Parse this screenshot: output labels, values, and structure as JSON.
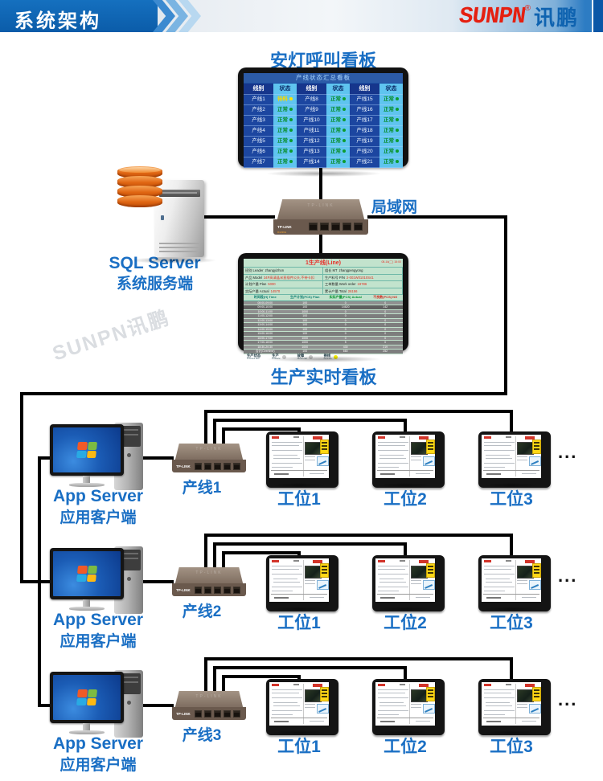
{
  "header": {
    "title": "系统架构",
    "logo_sunpn": "SUNPN",
    "logo_reg": "®",
    "logo_cn": "讯鹏"
  },
  "watermark": "SUNPN讯鹏",
  "top": {
    "andon_title": "安灯呼叫看板",
    "andon_board": {
      "header": "产线状态汇总看板",
      "col_line": "线别",
      "col_status": "状态",
      "rows": [
        [
          {
            "line": "产线1",
            "status": "待料",
            "state": "warn"
          },
          {
            "line": "产线8",
            "status": "正常",
            "state": "ok"
          },
          {
            "line": "产线15",
            "status": "正常",
            "state": "ok"
          }
        ],
        [
          {
            "line": "产线2",
            "status": "正常",
            "state": "ok"
          },
          {
            "line": "产线9",
            "status": "正常",
            "state": "ok"
          },
          {
            "line": "产线16",
            "status": "正常",
            "state": "ok"
          }
        ],
        [
          {
            "line": "产线3",
            "status": "正常",
            "state": "ok"
          },
          {
            "line": "产线10",
            "status": "正常",
            "state": "ok"
          },
          {
            "line": "产线17",
            "status": "正常",
            "state": "ok"
          }
        ],
        [
          {
            "line": "产线4",
            "status": "正常",
            "state": "ok"
          },
          {
            "line": "产线11",
            "status": "正常",
            "state": "ok"
          },
          {
            "line": "产线18",
            "status": "正常",
            "state": "ok"
          }
        ],
        [
          {
            "line": "产线5",
            "status": "正常",
            "state": "ok"
          },
          {
            "line": "产线12",
            "status": "正常",
            "state": "ok"
          },
          {
            "line": "产线19",
            "status": "正常",
            "state": "ok"
          }
        ],
        [
          {
            "line": "产线6",
            "status": "正常",
            "state": "ok"
          },
          {
            "line": "产线13",
            "status": "正常",
            "state": "ok"
          },
          {
            "line": "产线20",
            "status": "正常",
            "state": "ok"
          }
        ],
        [
          {
            "line": "产线7",
            "status": "正常",
            "state": "ok"
          },
          {
            "line": "产线14",
            "status": "正常",
            "state": "ok"
          },
          {
            "line": "产线21",
            "status": "正常",
            "state": "ok"
          }
        ]
      ]
    },
    "sql_label1": "SQL Server",
    "sql_label2": "系统服务端",
    "lan_label": "局域网",
    "prod_title": "生产实时看板",
    "production_board": {
      "title": "1生产线(Line)",
      "datetime": "08-16(二) 15:00",
      "info": [
        {
          "t": "班别 Leader",
          "v": "zhangyizhon",
          "red": false
        },
        {
          "t": "组长 MT",
          "v": "zhangpengyong",
          "red": false
        },
        {
          "t": "产品 Model",
          "v": "34P高清晶米直插件公头,不带卡扣",
          "red": true
        },
        {
          "t": "生产料号 P/N",
          "v": "2-001W01010S41",
          "red": true
        },
        {
          "t": "计划产量 Plan",
          "v": "5000",
          "red": true
        },
        {
          "t": "工单数量 Work order",
          "v": "19786",
          "red": true
        },
        {
          "t": "实际产量 Actual",
          "v": "14570",
          "red": true
        },
        {
          "t": "累计产量 Total",
          "v": "26156",
          "red": true
        }
      ],
      "table": {
        "headers": [
          "时间段(H) Time",
          "生产计划(PCS) Plan",
          "实际产量(PCS) Actual",
          "不良数(PCS) NG"
        ],
        "rows": [
          [
            "08:00-09:00",
            "100",
            "0",
            "0"
          ],
          [
            "09:00-10:00",
            "100",
            "14620",
            "142"
          ],
          [
            "10:00-11:00",
            "1000",
            "0",
            "0"
          ],
          [
            "11:00-12:00",
            "100",
            "0",
            "0"
          ],
          [
            "12:00-13:00",
            "100",
            "0",
            "0"
          ],
          [
            "13:00-14:00",
            "100",
            "0",
            "0"
          ],
          [
            "14:00-15:00",
            "100",
            "0",
            "0"
          ],
          [
            "15:00-16:00",
            "100",
            "0",
            "0"
          ],
          [
            "16:00-17:00",
            "1000",
            "0",
            "0"
          ],
          [
            "17:00-18:00",
            "1000",
            "5",
            "0"
          ],
          [
            "18:30-20:30",
            "1000",
            "430",
            "219"
          ],
          [
            "合计(Overtime)",
            "100",
            "660",
            "252"
          ]
        ]
      },
      "legend": [
        {
          "cn": "生产状态",
          "en": "Process Box",
          "dot": ""
        },
        {
          "cn": "生产",
          "en": "Produce",
          "dot": "#c8c8c8"
        },
        {
          "cn": "故障",
          "en": "Abnormal",
          "dot": "#c8c8c8"
        },
        {
          "cn": "换线",
          "en": "On-Line",
          "dot": "#f8ef00"
        }
      ]
    }
  },
  "rows": [
    {
      "app_label1": "App Server",
      "app_label2": "应用客户端",
      "switch_label": "产线1",
      "switch_brand": "TP-LINK",
      "stations": [
        "工位1",
        "工位2",
        "工位3"
      ],
      "ellipsis": "..."
    },
    {
      "app_label1": "App Server",
      "app_label2": "应用客户端",
      "switch_label": "产线2",
      "switch_brand": "TP-LINK",
      "stations": [
        "工位1",
        "工位2",
        "工位3"
      ],
      "ellipsis": "..."
    },
    {
      "app_label1": "App Server",
      "app_label2": "应用客户端",
      "switch_label": "产线3",
      "switch_brand": "TP-LINK",
      "stations": [
        "工位1",
        "工位2",
        "工位3"
      ],
      "ellipsis": "..."
    }
  ],
  "lan_switch_brand": "TP-LINK",
  "colors": {
    "accent_blue": "#1a6fc4",
    "header_blue": "#0f63b0",
    "logo_red": "#e51f10",
    "line_black": "#000000",
    "andon_ok_green": "#0d9c30",
    "andon_warn_yellow": "#ffe400",
    "andon_status_bg": "#5fc4ef",
    "andon_screen_bg": "#1d4fa1",
    "production_screen_bg": "#c2e3cd",
    "production_red": "#e8302a",
    "switch_body": "#6a594d"
  }
}
